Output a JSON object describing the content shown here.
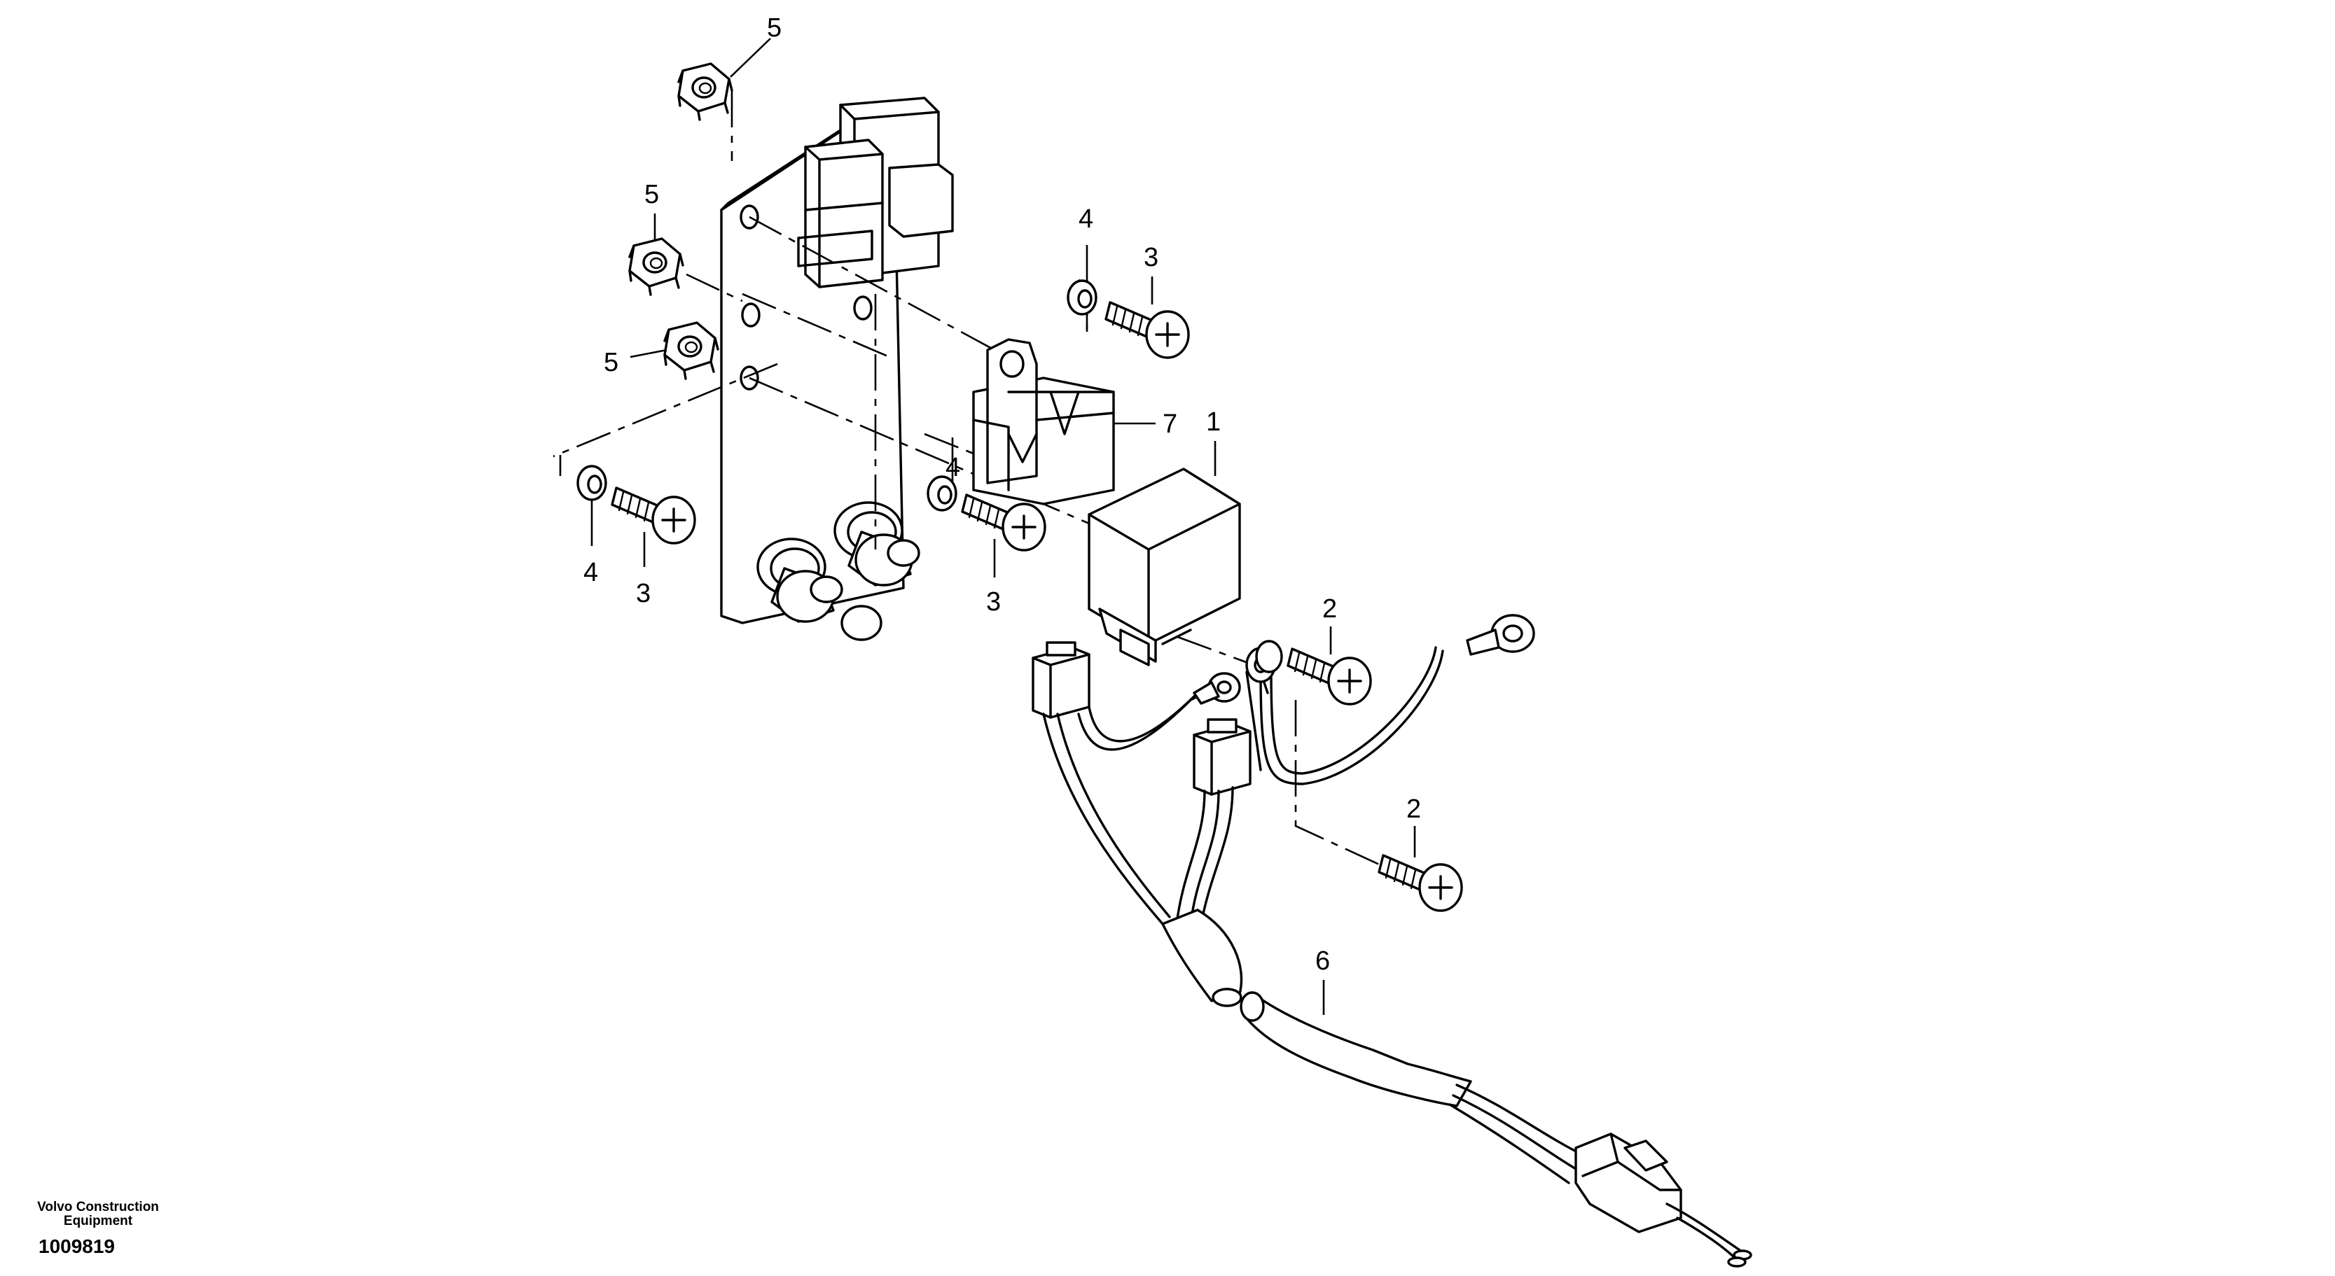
{
  "diagram": {
    "callouts": {
      "relay_1": "1",
      "screw_2a": "2",
      "screw_2b": "2",
      "screw_3a": "3",
      "screw_3b": "3",
      "screw_3c": "3",
      "washer_4a": "4",
      "washer_4b": "4",
      "washer_4c": "4",
      "nut_5a": "5",
      "nut_5b": "5",
      "nut_5c": "5",
      "harness_6": "6",
      "relay_base_7": "7"
    }
  },
  "footer": {
    "brand_line1": "Volvo Construction",
    "brand_line2": "Equipment",
    "drawing_number": "1009819"
  }
}
